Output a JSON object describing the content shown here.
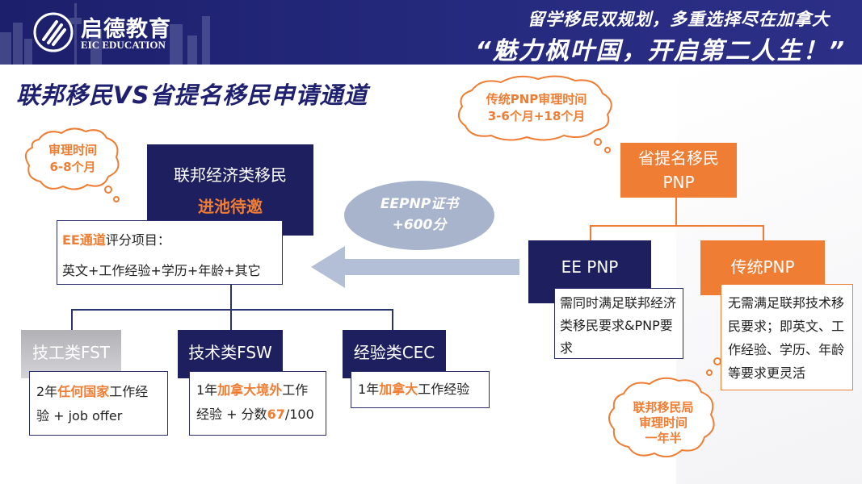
{
  "header": {
    "brand_cn": "启德教育",
    "brand_en": "EIC EDUCATION",
    "slogan_line1": "留学移民双规划，多重选择尽在加拿大",
    "slogan_line2": "“魅力枫叶国，开启第二人生！”"
  },
  "title": "联邦移民VS省提名移民申请通道",
  "bubbles": {
    "left_line1": "审理时间",
    "left_line2": "6-8个月",
    "top_line1": "传统PNP审理时间",
    "top_line2": "3-6个月+18个月",
    "bottom_line1": "联邦移民局",
    "bottom_line2": "审理时间",
    "bottom_line3": "一年半"
  },
  "federal": {
    "title": "联邦经济类移民",
    "subtitle": "进池待邀",
    "ee_label": "EE通道",
    "ee_label_rest": "评分项目：",
    "ee_factors": "英文+工作经验+学历+年龄+其它"
  },
  "ellipse": {
    "line1": "EEPNP证书",
    "line2": "+600分"
  },
  "streams": {
    "fst": {
      "title": "技工类FST",
      "desc_pre": "2年",
      "desc_hl": "任何国家",
      "desc_post": "工作经验 + job offer"
    },
    "fsw": {
      "title": "技术类FSW",
      "desc_pre": "1年",
      "desc_hl": "加拿大境外",
      "desc_mid": "工作经验 + 分数",
      "desc_hl2": "67",
      "desc_post": "/100"
    },
    "cec": {
      "title": "经验类CEC",
      "desc_pre": "1年",
      "desc_hl": "加拿大",
      "desc_post": "工作经验"
    }
  },
  "pnp": {
    "title_line1": "省提名移民",
    "title_line2": "PNP",
    "ee_pnp": {
      "title": "EE PNP",
      "desc": "需同时满足联邦经济类移民要求&PNP要求"
    },
    "traditional": {
      "title": "传统PNP",
      "desc": "无需满足联邦技术移民要求；即英文、工作经验、学历、年龄等要求更灵活"
    }
  },
  "colors": {
    "navy": "#1d1f5f",
    "orange": "#ef7d33",
    "ellipse": "#a7b4cc",
    "arrow": "#b3bfd6"
  }
}
